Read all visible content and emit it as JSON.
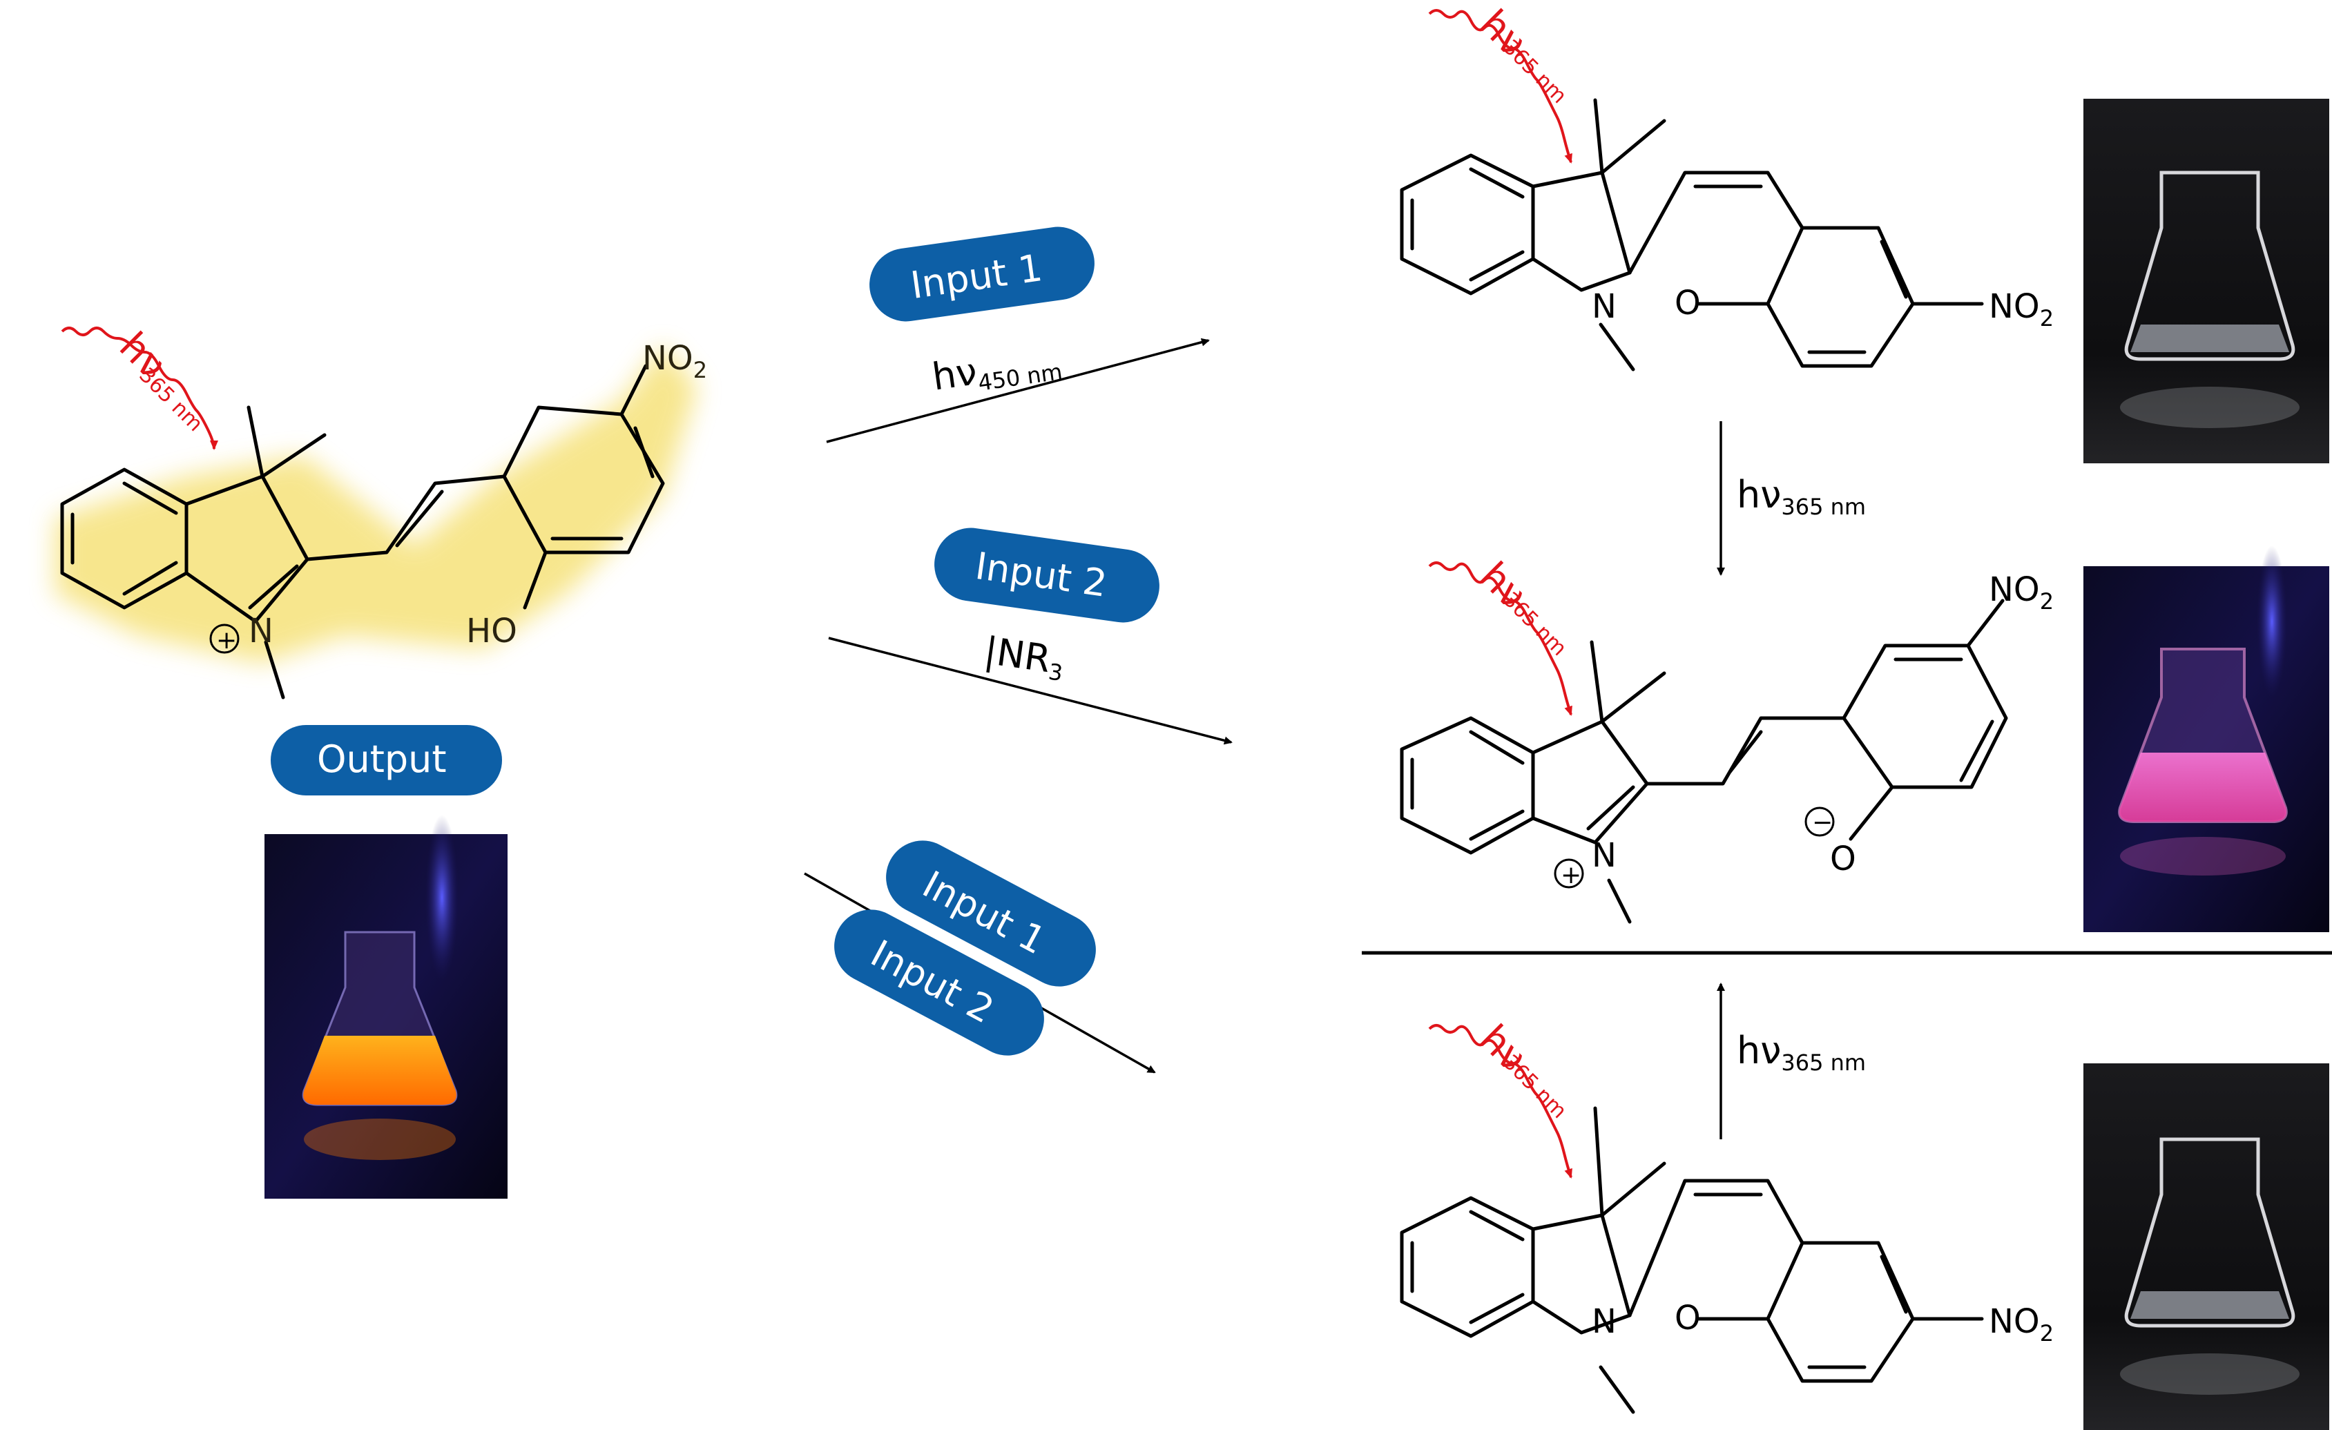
{
  "pills": {
    "input1": "Input 1",
    "input2": "Input 2",
    "output": "Output",
    "input1_combined": "Input 1",
    "input2_combined": "Input 2"
  },
  "conditions": {
    "arrow1_h": "hν",
    "arrow1_sub": "450 nm",
    "arrow2_base": "|NR",
    "arrow2_sub": "3",
    "vertical_down_h": "hν",
    "vertical_down_sub": "365 nm",
    "vertical_up_h": "hν",
    "vertical_up_sub": "365 nm"
  },
  "irradiation": {
    "h": "hν",
    "sub": "365 nm"
  },
  "atoms": {
    "nitrogen": "N",
    "oxygen": "O",
    "hydroxyl": "HO",
    "nitro_base": "NO",
    "nitro_sub": "2",
    "plus": "+",
    "minus": "−"
  },
  "colors": {
    "pill": "#0d5fa6",
    "irradiation": "#e0151b",
    "glow": "#f6e27a"
  }
}
